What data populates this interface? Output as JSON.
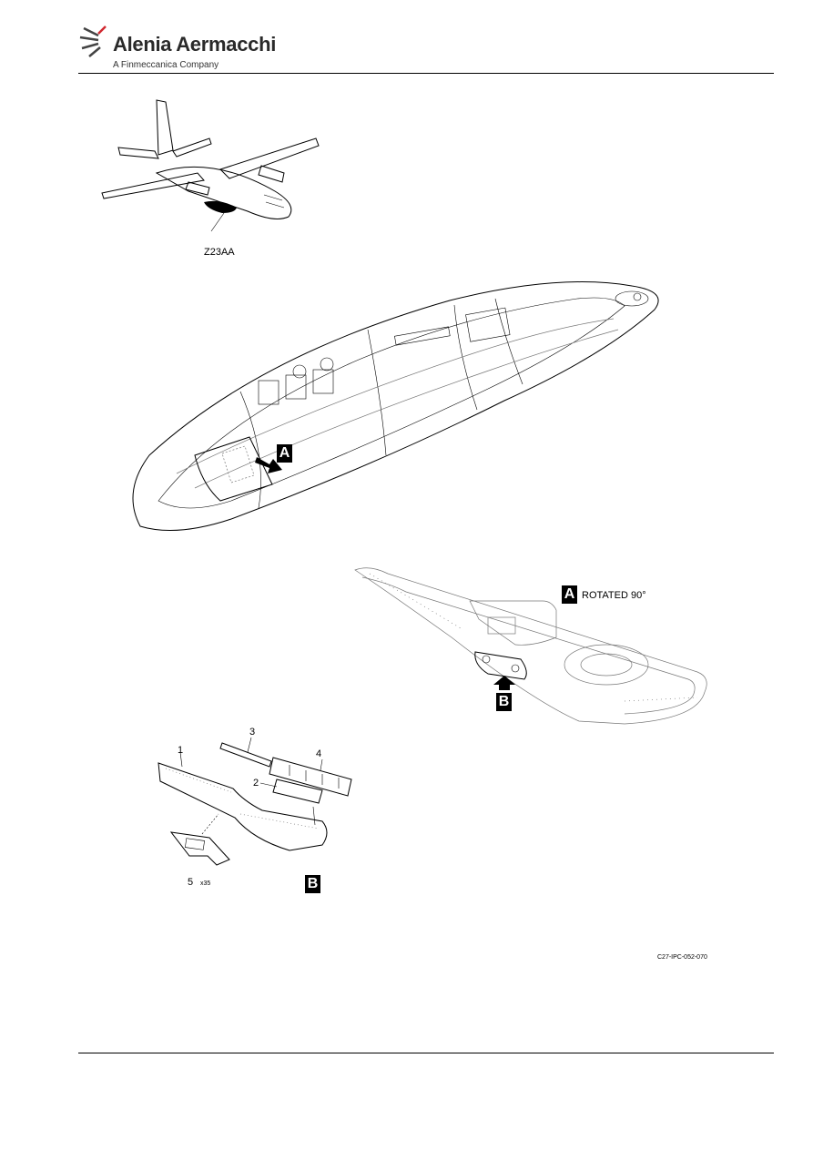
{
  "header": {
    "logo_name": "Alenia Aermacchi",
    "logo_subtitle": "A Finmeccanica Company"
  },
  "figure": {
    "zone_label": "Z23AA",
    "view_a_tag": "A",
    "view_a_caption": "ROTATED 90°",
    "view_b_tag": "B",
    "item_1": "1",
    "item_2": "2",
    "item_3": "3",
    "item_4": "4",
    "item_5": "5",
    "item_5_qty": "x35",
    "reference": "C27-IPC-052-070"
  }
}
